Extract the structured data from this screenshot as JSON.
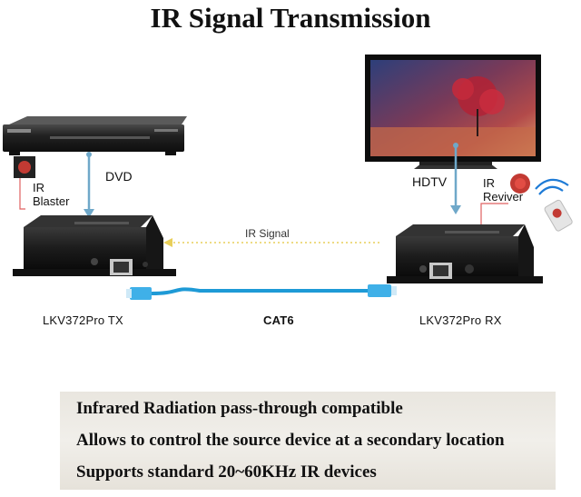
{
  "title": "IR Signal Transmission",
  "labels": {
    "dvd": "DVD",
    "ir_blaster_line1": "IR",
    "ir_blaster_line2": "Blaster",
    "hdtv": "HDTV",
    "ir_receiver_line1": "IR",
    "ir_receiver_line2": "Reviver",
    "ir_signal": "IR Signal",
    "tx": "LKV372Pro TX",
    "rx": "LKV372Pro RX",
    "cable": "CAT6"
  },
  "features": [
    "Infrared Radiation pass-through compatible",
    "Allows to control the source device at a secondary location",
    "Supports standard 20~60KHz IR devices"
  ],
  "colors": {
    "accent_arrow": "#6fa8c9",
    "ir_signal_arrow": "#e8cf5a",
    "cable": "#1e9ad6",
    "device_body": "#1b1b1b",
    "ir_led": "#c23a33"
  }
}
